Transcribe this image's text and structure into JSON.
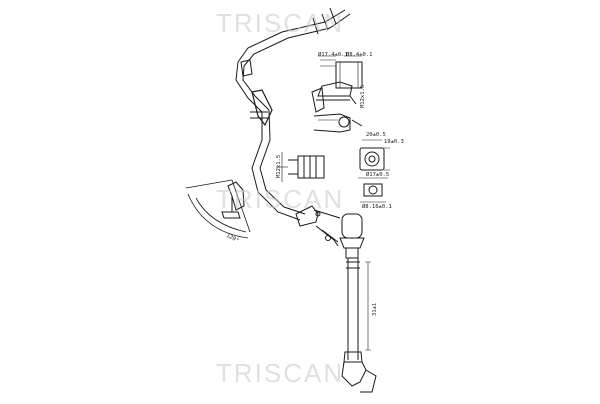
{
  "watermark": "TRISCAN",
  "dimensions": {
    "d1": "Ø17.4±0.1",
    "d2": "Ø8.4±0.1",
    "d3": "M12x1.5",
    "d4": "20±0.5",
    "d5": "19±0.3",
    "d6": "Ø17±0.5",
    "d7": "Ø8.16±0.1",
    "d8": "M12x1.5",
    "d9": "120°",
    "d10": "31±1"
  },
  "colors": {
    "line": "#1a1a1a",
    "watermark": "#c8c8c8"
  }
}
